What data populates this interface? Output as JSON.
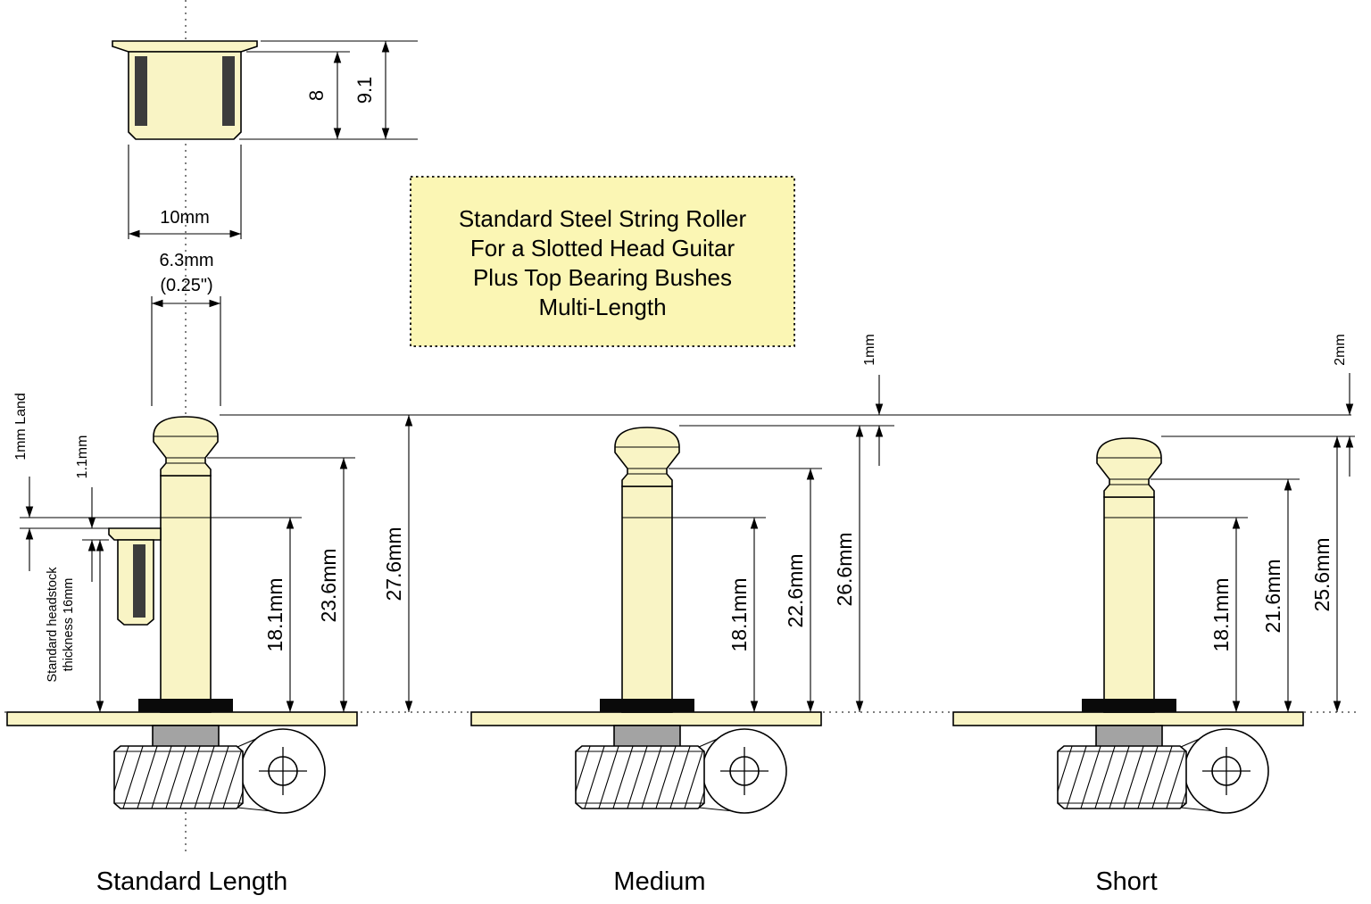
{
  "drawing": {
    "note_box": {
      "line1": "Standard Steel String Roller",
      "line2": "For a Slotted Head Guitar",
      "line3": "Plus Top Bearing Bushes",
      "line4": "Multi-Length"
    },
    "bush_detail": {
      "inner_height": "8",
      "total_height": "9.1",
      "outer_diameter": "10mm",
      "bore_diameter": "6.3mm",
      "bore_diameter_inch": "(0.25\")"
    },
    "standard": {
      "label": "Standard Length",
      "dim_shaft": "18.1mm",
      "dim_collar": "23.6mm",
      "dim_total": "27.6mm",
      "land": "1mm Land",
      "flange_thickness": "1.1mm",
      "headstock_line1": "Standard headstock",
      "headstock_line2": "thickness 16mm"
    },
    "medium": {
      "label": "Medium",
      "dim_shaft": "18.1mm",
      "dim_collar": "22.6mm",
      "dim_total": "26.6mm",
      "top_offset": "1mm"
    },
    "short": {
      "label": "Short",
      "dim_shaft": "18.1mm",
      "dim_collar": "21.6mm",
      "dim_total": "25.6mm",
      "top_offset": "2mm"
    }
  },
  "colors": {
    "brass": "#F9F4C5",
    "note_bg": "#FBF6B4",
    "washer": "#0A0A0A",
    "ferrule": "#A3A3A3",
    "slot": "#3C3C3C"
  }
}
